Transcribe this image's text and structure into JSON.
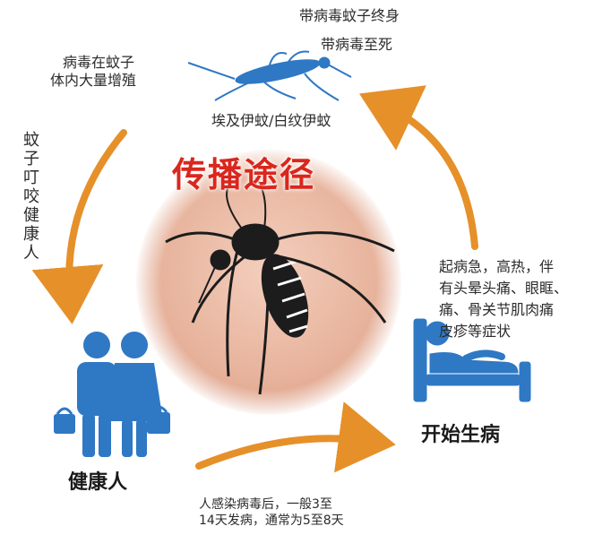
{
  "title": "传播途径",
  "mosquito_infected": {
    "line1": "带病毒蚊子终身",
    "line2": "带病毒至死"
  },
  "virus_multiplies": {
    "line1": "病毒在蚊子",
    "line2": "体内大量增殖"
  },
  "species": "埃及伊蚊/白纹伊蚊",
  "bite_label": "蚊子叮咬健康人",
  "healthy_person": "健康人",
  "incubation": {
    "line1": "人感染病毒后，一般3至",
    "line2": "14天发病，通常为5至8天"
  },
  "onset": "开始生病",
  "symptoms": {
    "line1": "起病急，高热，伴",
    "line2": "有头晕头痛、眼眶、",
    "line3": "痛、骨关节肌肉痛",
    "line4": "皮疹等症状"
  },
  "colors": {
    "title_red": "#d9271e",
    "arrow_orange": "#e6902a",
    "icon_blue": "#2f78c4",
    "skin": "#e9b9a3"
  },
  "icons": [
    "mosquito-icon",
    "people-icon",
    "sick-bed-icon",
    "mosquito-closeup-icon"
  ]
}
